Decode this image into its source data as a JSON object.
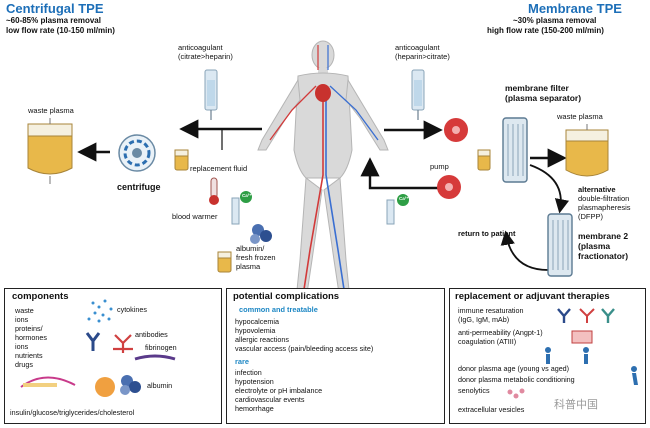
{
  "centrifugal": {
    "title": "Centrifugal TPE",
    "line1": "~60-85% plasma removal",
    "line2": "low flow rate (10-150 ml/min)"
  },
  "membrane": {
    "title": "Membrane TPE",
    "line1": "~30% plasma removal",
    "line2": "high flow rate (150-200 ml/min)"
  },
  "labels": {
    "anticoag_left_1": "anticoagulant",
    "anticoag_left_2": "(citrate>heparin)",
    "anticoag_right_1": "anticoagulant",
    "anticoag_right_2": "(heparin>citrate)",
    "waste_left": "waste plasma",
    "waste_right": "waste plasma",
    "replacement_fluid": "replacement fluid",
    "centrifuge": "centrifuge",
    "blood_warmer": "blood warmer",
    "ca_left": "Ca²⁺",
    "ca_right": "Ca²⁺",
    "albumin_1": "albumin/",
    "albumin_2": "fresh frozen",
    "albumin_3": "plasma",
    "membrane_filter_1": "membrane filter",
    "membrane_filter_2": "(plasma separator)",
    "pump": "pump",
    "return_to_patient": "return to patient",
    "alt_1": "alternative",
    "alt_2": "double-filtration",
    "alt_3": "plasmapheresis",
    "alt_4": "(DFPP)",
    "membrane2_1": "membrane 2",
    "membrane2_2": "(plasma",
    "membrane2_3": "fractionator)"
  },
  "components": {
    "title": "components",
    "items": [
      "waste",
      "ions",
      "proteins/",
      "hormones",
      "ions",
      "nutrients",
      "drugs"
    ],
    "cytokines": "cytokines",
    "antibodies": "antibodies",
    "fibrinogen": "fibrinogen",
    "albumin": "albumin",
    "bottom": "insulin/glucose/triglycerides/cholesterol"
  },
  "complications": {
    "title": "potential complications",
    "common_header": "common and treatable",
    "common": [
      "hypocalcemia",
      "hypovolemia",
      "allergic reactions",
      "vascular access (pain/bleeding access site)"
    ],
    "rare_header": "rare",
    "rare": [
      "infection",
      "hypotension",
      "electrolyte or pH imbalance",
      "cardiovascular events",
      "hemorrhage"
    ]
  },
  "therapies": {
    "title": "replacement or adjuvant therapies",
    "items": [
      "immune resaturation",
      "(IgG, IgM, mAb)",
      "anti-permeability (Angpt-1)",
      "coagulation (ATIII)",
      "donor plasma age (young vs aged)",
      "donor plasma metabolic conditioning",
      "senolytics",
      "extracellular vesicles"
    ],
    "watermark": "科普中国"
  },
  "colors": {
    "heading_blue": "#1d6fb8",
    "plasma_yellow": "#e8b84a",
    "pump_red": "#d63a3a",
    "ca_green": "#2e9e45"
  }
}
